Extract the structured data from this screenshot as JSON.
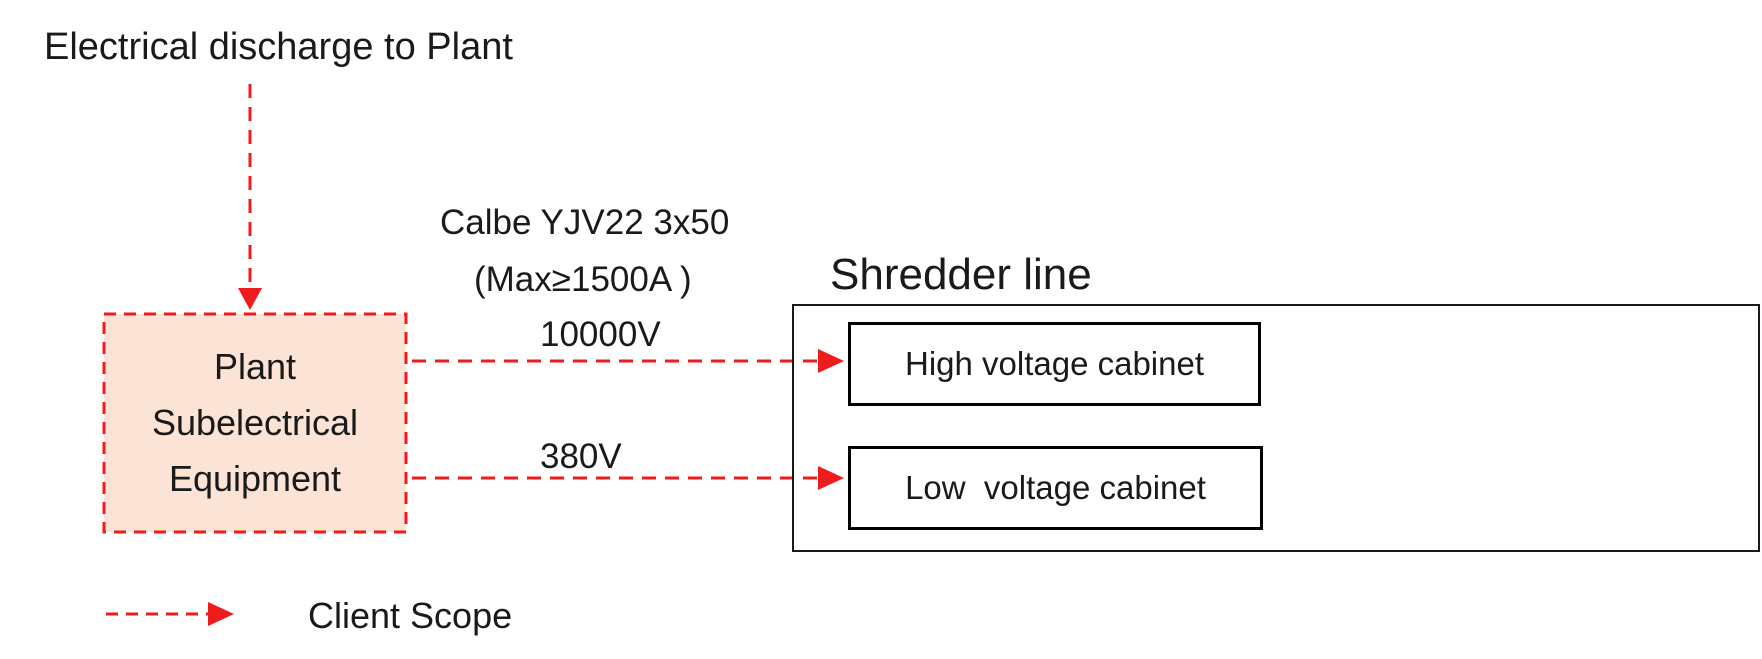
{
  "diagram": {
    "title": "Electrical discharge to Plant",
    "plant": {
      "lines": [
        "Plant",
        "Subelectrical",
        "Equipment"
      ]
    },
    "cable": {
      "line1": "Calbe YJV22 3x50",
      "line2": "(Max≥1500A )"
    },
    "hv_voltage": "10000V",
    "lv_voltage": "380V",
    "shredder": {
      "title": "Shredder line",
      "high_voltage_cabinet": "High voltage cabinet",
      "low_voltage_cabinet": "Low  voltage cabinet"
    },
    "legend": {
      "label": "Client Scope"
    }
  },
  "colors": {
    "dashed_line": "#ee1c1c",
    "plant_fill": "#fbe3d6",
    "box_border": "#000000"
  }
}
